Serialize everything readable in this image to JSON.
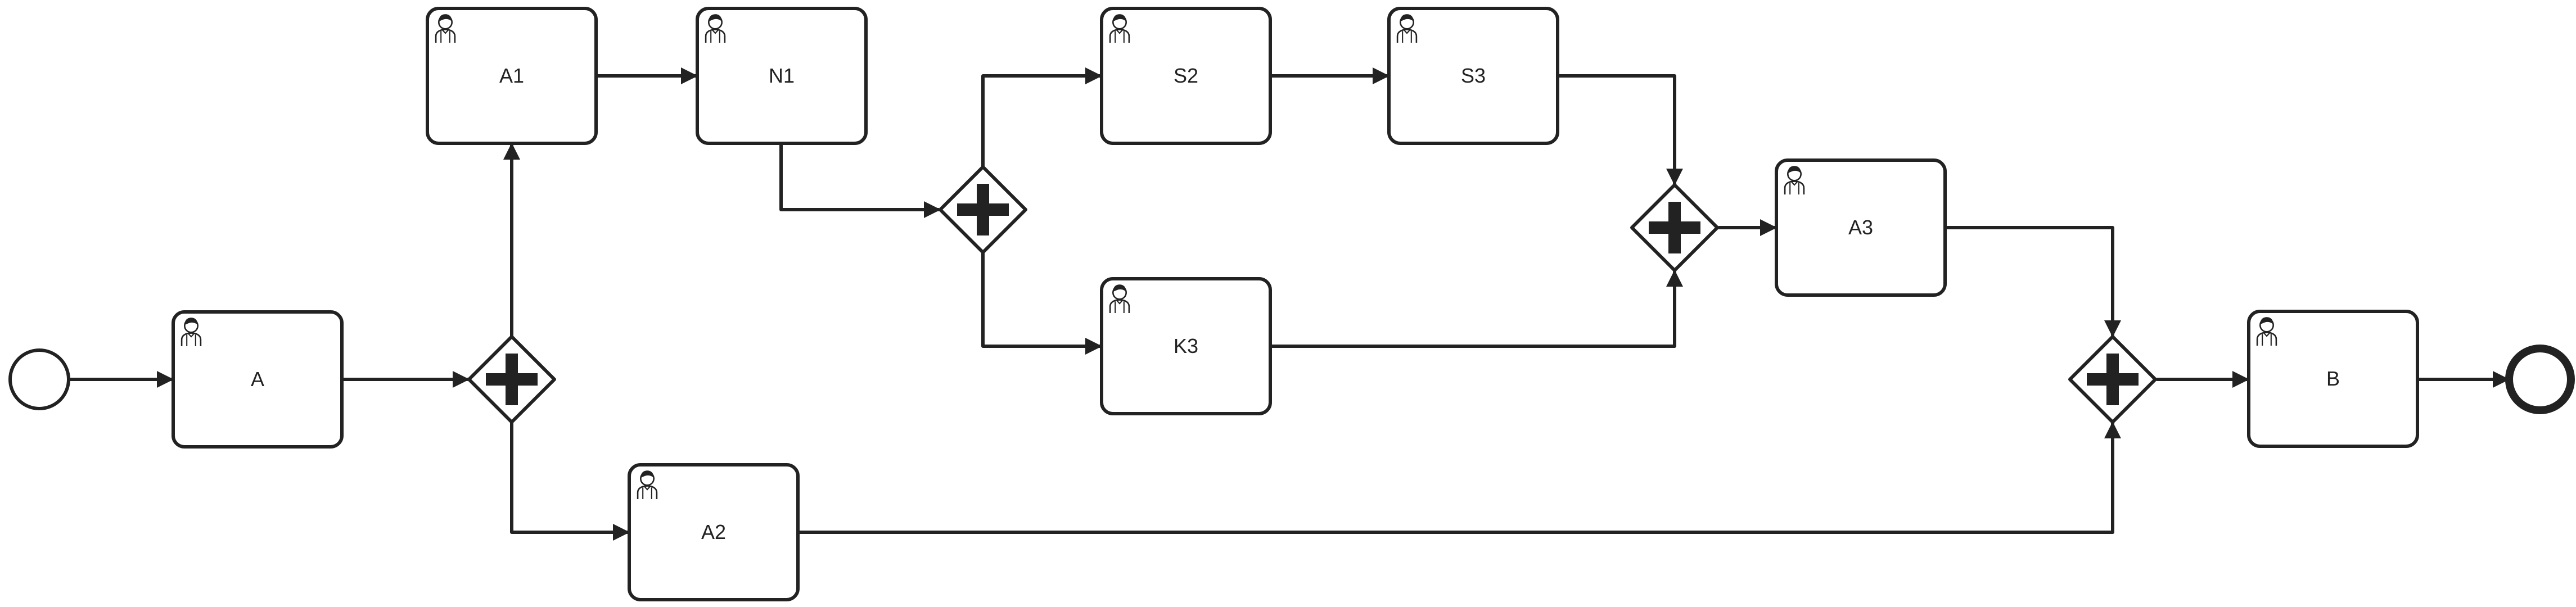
{
  "colors": {
    "stroke": "#222222",
    "fill": "#ffffff"
  },
  "events": [
    {
      "id": "start",
      "kind": "start-event"
    },
    {
      "id": "end",
      "kind": "end-event"
    }
  ],
  "tasks": [
    {
      "id": "A",
      "label": "A",
      "icon": "user-icon"
    },
    {
      "id": "A1",
      "label": "A1",
      "icon": "user-icon"
    },
    {
      "id": "N1",
      "label": "N1",
      "icon": "user-icon"
    },
    {
      "id": "A2",
      "label": "A2",
      "icon": "user-icon"
    },
    {
      "id": "S2",
      "label": "S2",
      "icon": "user-icon"
    },
    {
      "id": "S3",
      "label": "S3",
      "icon": "user-icon"
    },
    {
      "id": "K3",
      "label": "K3",
      "icon": "user-icon"
    },
    {
      "id": "A3",
      "label": "A3",
      "icon": "user-icon"
    },
    {
      "id": "B",
      "label": "B",
      "icon": "user-icon"
    }
  ],
  "gateways": [
    {
      "id": "G1",
      "kind": "parallel"
    },
    {
      "id": "G2",
      "kind": "parallel"
    },
    {
      "id": "G3",
      "kind": "parallel"
    },
    {
      "id": "G4",
      "kind": "parallel"
    }
  ],
  "flows": [
    {
      "from": "start",
      "to": "A"
    },
    {
      "from": "A",
      "to": "G1"
    },
    {
      "from": "G1",
      "to": "A1"
    },
    {
      "from": "G1",
      "to": "A2"
    },
    {
      "from": "A1",
      "to": "N1"
    },
    {
      "from": "N1",
      "to": "G2"
    },
    {
      "from": "G2",
      "to": "S2"
    },
    {
      "from": "G2",
      "to": "K3"
    },
    {
      "from": "S2",
      "to": "S3"
    },
    {
      "from": "S3",
      "to": "G3"
    },
    {
      "from": "K3",
      "to": "G3"
    },
    {
      "from": "G3",
      "to": "A3"
    },
    {
      "from": "A3",
      "to": "G4"
    },
    {
      "from": "A2",
      "to": "G4"
    },
    {
      "from": "G4",
      "to": "B"
    },
    {
      "from": "B",
      "to": "end"
    }
  ]
}
